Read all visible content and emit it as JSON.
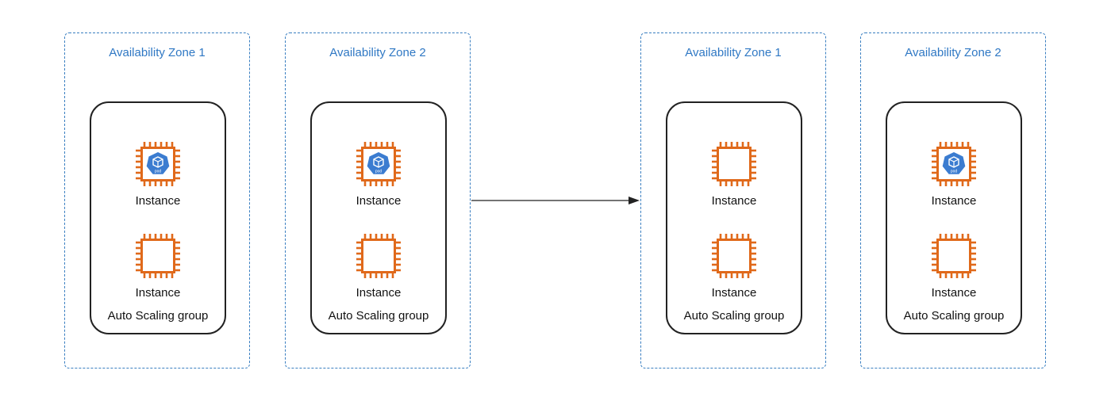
{
  "colors": {
    "zone_border": "#3a7fc1",
    "zone_label": "#2f78c4",
    "instance_orange": "#e0691a",
    "pod_blue": "#3b7cd0",
    "asg_border": "#222222",
    "arrow": "#222222"
  },
  "zones": [
    {
      "label": "Availability Zone 1",
      "asg_label": "Auto Scaling group",
      "instances": [
        {
          "label": "Instance",
          "icon": "ec2-instance-icon",
          "has_pod": true
        },
        {
          "label": "Instance",
          "icon": "ec2-instance-icon",
          "has_pod": false
        }
      ]
    },
    {
      "label": "Availability Zone 2",
      "asg_label": "Auto Scaling group",
      "instances": [
        {
          "label": "Instance",
          "icon": "ec2-instance-icon",
          "has_pod": true
        },
        {
          "label": "Instance",
          "icon": "ec2-instance-icon",
          "has_pod": false
        }
      ]
    },
    {
      "label": "Availability Zone 1",
      "asg_label": "Auto Scaling group",
      "instances": [
        {
          "label": "Instance",
          "icon": "ec2-instance-icon",
          "has_pod": false
        },
        {
          "label": "Instance",
          "icon": "ec2-instance-icon",
          "has_pod": false
        }
      ]
    },
    {
      "label": "Availability Zone 2",
      "asg_label": "Auto Scaling group",
      "instances": [
        {
          "label": "Instance",
          "icon": "ec2-instance-icon",
          "has_pod": true
        },
        {
          "label": "Instance",
          "icon": "ec2-instance-icon",
          "has_pod": false
        }
      ]
    }
  ],
  "pod_icon": "kubernetes-pod-icon",
  "pod_text": "pod"
}
